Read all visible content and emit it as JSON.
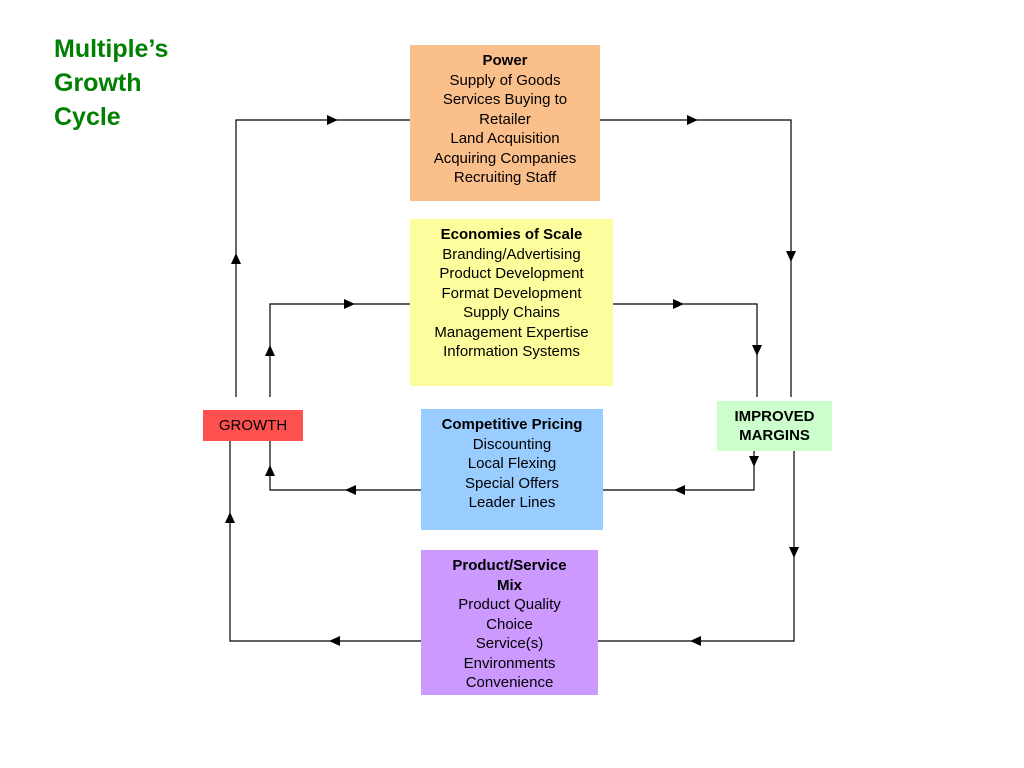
{
  "title": [
    "Multiple’s",
    "Growth",
    "Cycle"
  ],
  "boxes": {
    "power": {
      "heading": "Power",
      "lines": [
        "Supply of Goods",
        "Services Buying to",
        "Retailer",
        "Land Acquisition",
        "Acquiring Companies",
        "Recruiting Staff"
      ],
      "color": "#fbbf8c"
    },
    "scale": {
      "heading": "Economies of Scale",
      "lines": [
        "Branding/Advertising",
        "Product Development",
        "Format Development",
        "Supply Chains",
        "Management Expertise",
        "Information Systems"
      ],
      "color": "#fdfd9e"
    },
    "pricing": {
      "heading": "Competitive Pricing",
      "lines": [
        "Discounting",
        "Local Flexing",
        "Special Offers",
        "Leader Lines"
      ],
      "color": "#99ccff"
    },
    "mix": {
      "heading": [
        "Product/Service",
        "Mix"
      ],
      "lines": [
        "Product Quality",
        "Choice",
        "Service(s)",
        "Environments",
        "Convenience"
      ],
      "color": "#cc99ff"
    }
  },
  "growth": {
    "label": "GROWTH",
    "color": "#ff5050"
  },
  "margins": {
    "label": [
      "IMPROVED",
      "MARGINS"
    ],
    "color": "#ccffcc"
  },
  "title_color": "#008000"
}
